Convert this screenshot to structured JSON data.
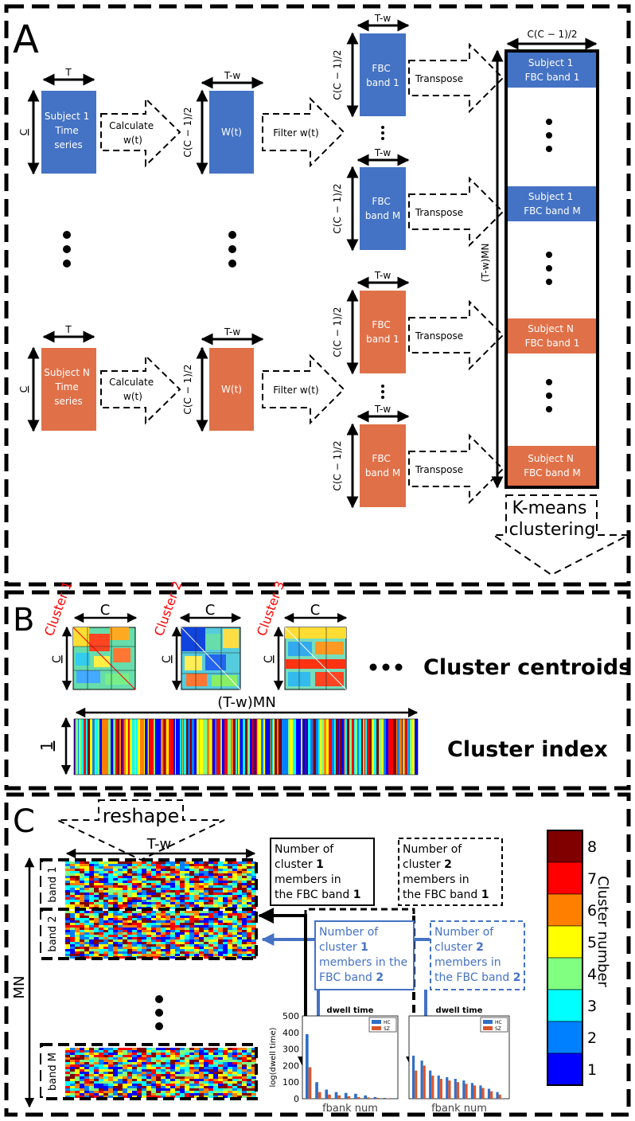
{
  "colors": {
    "blue": "#4472c4",
    "orange": "#e07048",
    "red_label": "#ff0000",
    "blue_callout": "#4472c4",
    "hc_bar": "#2f6fc7",
    "sz_bar": "#d9572c"
  },
  "icons": [
    "double-arrow-icon",
    "dashed-block-arrow-icon",
    "solid-arrow-icon",
    "ellipsis-dots-icon"
  ],
  "panel_a": {
    "letter": "A",
    "dim_T": "T",
    "dim_C": "C",
    "dim_Tw": "T-w",
    "dim_CC": "C(C − 1)/2",
    "dim_TwMN": "(T-w)MN",
    "subject1": [
      "Subject 1",
      "Time",
      "series"
    ],
    "subjectN": [
      "Subject N",
      "Time",
      "series"
    ],
    "calc": [
      "Calculate",
      "w(t)"
    ],
    "wt": "W(t)",
    "filter": "Filter w(t)",
    "fbc_band1": [
      "FBC",
      "band 1"
    ],
    "fbc_bandM": [
      "FBC",
      "band M"
    ],
    "transpose": "Transpose",
    "stack1": [
      "Subject 1",
      "FBC band 1"
    ],
    "stack2": [
      "Subject 1",
      "FBC band M"
    ],
    "stack3": [
      "Subject N",
      "FBC band 1"
    ],
    "stack4": [
      "Subject N",
      "FBC band M"
    ],
    "kmeans": [
      "K-means",
      "clustering"
    ]
  },
  "panel_b": {
    "letter": "B",
    "clusters": [
      "Cluster 1",
      "Cluster 2",
      "Cluster 3"
    ],
    "dim_C": "C",
    "centroids_label": "Cluster centroids",
    "dim_TwMN": "(T-w)MN",
    "dim_1": "1",
    "index_label": "Cluster index"
  },
  "panel_c": {
    "letter": "C",
    "reshape": "reshape",
    "dim_Tw": "T-w",
    "dim_MN": "MN",
    "bands": [
      "band 1",
      "band 2",
      "band M"
    ],
    "box1": [
      "Number of",
      "cluster ",
      "1",
      "members in",
      "the FBC band ",
      "1"
    ],
    "box2": [
      "Number of",
      "cluster ",
      "2",
      "members in",
      "the FBC band ",
      "1"
    ],
    "box3": [
      "Number of",
      "cluster ",
      "1",
      "members in the",
      "FBC band ",
      "2"
    ],
    "box4": [
      "Number of",
      "cluster ",
      "2",
      "members in",
      "the FBC band ",
      "2"
    ],
    "colorbar_label": "Cluster number",
    "colorbar_ticks": [
      "8",
      "7",
      "6",
      "5",
      "4",
      "3",
      "2",
      "1"
    ],
    "colorbar_colors": [
      "#800000",
      "#ff0000",
      "#ff8000",
      "#ffff00",
      "#80ff80",
      "#00ffff",
      "#0080ff",
      "#0000ff"
    ]
  },
  "chart_data": [
    {
      "type": "bar",
      "title": "dwell time",
      "xlabel": "fbank num",
      "ylabel": "log(dwell time)",
      "ylim": [
        0,
        500
      ],
      "yticks": [
        "500",
        "400",
        "300",
        "200",
        "100",
        "0"
      ],
      "legend": [
        "HC",
        "SZ"
      ],
      "series": [
        {
          "name": "HC",
          "values": [
            390,
            100,
            55,
            40,
            35,
            30,
            20,
            10,
            5
          ]
        },
        {
          "name": "SZ",
          "values": [
            190,
            40,
            25,
            20,
            15,
            10,
            8,
            5,
            3
          ]
        }
      ]
    },
    {
      "type": "bar",
      "title": "dwell time",
      "xlabel": "fbank num",
      "legend": [
        "HC",
        "SZ"
      ],
      "series": [
        {
          "name": "HC",
          "values": [
            260,
            230,
            170,
            140,
            130,
            120,
            110,
            95,
            80,
            60,
            40
          ]
        },
        {
          "name": "SZ",
          "values": [
            170,
            200,
            140,
            120,
            110,
            100,
            90,
            80,
            65,
            45,
            25
          ]
        }
      ]
    }
  ]
}
